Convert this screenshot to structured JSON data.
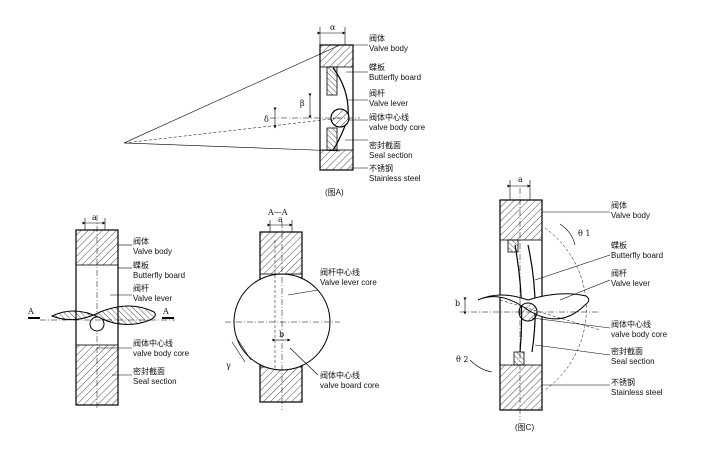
{
  "labels": {
    "valve_body_cn": "阀体",
    "valve_body_en": "Valve body",
    "butterfly_board_cn": "蝶板",
    "butterfly_board_en": "Butterfly board",
    "valve_lever_cn": "阀杆",
    "valve_lever_en": "Valve lever",
    "body_core_cn": "阀体中心线",
    "body_core_en": "valve body core",
    "seal_section_cn": "密封截面",
    "seal_section_en": "Seal section",
    "stainless_cn": "不锈钢",
    "stainless_en": "Stainless steel",
    "lever_core_cn": "阀杆中心线",
    "lever_core_en": "Valve lever core",
    "board_core_cn": "阀板中心线",
    "board_core_en": "valve board core"
  },
  "captions": {
    "fig_a": "(图A)",
    "fig_c": "(图C)"
  },
  "symbols": {
    "alpha": "α",
    "beta": "β",
    "delta": "δ",
    "a": "a",
    "b": "b",
    "gamma": "γ",
    "theta1": "θ 1",
    "theta2": "θ 2",
    "section_a": "A",
    "section_aa": "A—A"
  }
}
